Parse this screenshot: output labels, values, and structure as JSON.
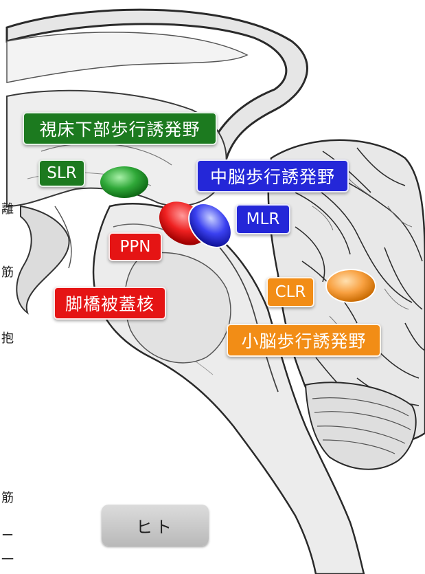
{
  "labels": {
    "hypothalamic": "視床下部歩行誘発野",
    "slr": "SLR",
    "midbrain": "中脳歩行誘発野",
    "mlr": "MLR",
    "ppn": "PPN",
    "tegmental": "脚橋被蓋核",
    "clr": "CLR",
    "cerebellar": "小脳歩行誘発野"
  },
  "edge_texts": [
    "離",
    "筋",
    "抱",
    "筋",
    "ー",
    "一"
  ],
  "species_button": "ヒト",
  "colors": {
    "hypothalamic": "#1c7a1f",
    "midbrain": "#2427d8",
    "tegmental": "#e51414",
    "cerebellar": "#f28d16"
  }
}
